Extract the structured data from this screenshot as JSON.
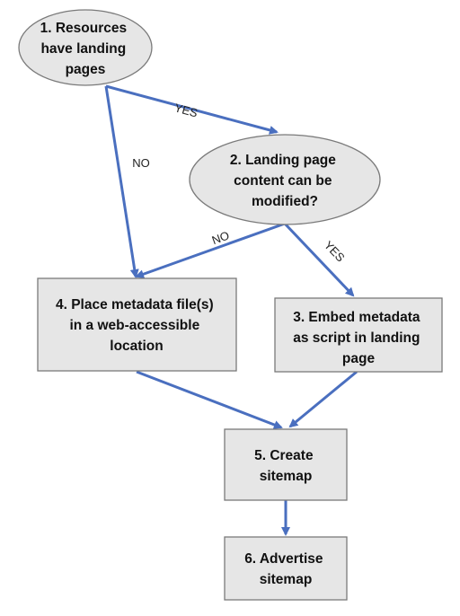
{
  "colors": {
    "node_fill": "#e6e6e6",
    "node_stroke": "#7a7a7a",
    "arrow": "#4a6fbf",
    "text": "#111111"
  },
  "nodes": {
    "n1": {
      "shape": "ellipse",
      "lines": [
        "1. Resources",
        "have landing",
        "pages"
      ]
    },
    "n2": {
      "shape": "ellipse",
      "lines": [
        "2. Landing page",
        "content can be",
        "modified?"
      ]
    },
    "n3": {
      "shape": "rect",
      "lines": [
        "3. Embed metadata",
        "as script in landing",
        "page"
      ]
    },
    "n4": {
      "shape": "rect",
      "lines": [
        "4. Place metadata file(s)",
        "in a web-accessible",
        "location"
      ]
    },
    "n5": {
      "shape": "rect",
      "lines": [
        "5. Create",
        "sitemap"
      ]
    },
    "n6": {
      "shape": "rect",
      "lines": [
        "6. Advertise",
        "sitemap"
      ]
    }
  },
  "edges": [
    {
      "id": "e1",
      "from": "n1",
      "to": "n2",
      "label": "YES"
    },
    {
      "id": "e2",
      "from": "n1",
      "to": "n4",
      "label": "NO"
    },
    {
      "id": "e3",
      "from": "n2",
      "to": "n4",
      "label": "NO"
    },
    {
      "id": "e4",
      "from": "n2",
      "to": "n3",
      "label": "YES"
    },
    {
      "id": "e5",
      "from": "n4",
      "to": "n5",
      "label": ""
    },
    {
      "id": "e6",
      "from": "n3",
      "to": "n5",
      "label": ""
    },
    {
      "id": "e7",
      "from": "n5",
      "to": "n6",
      "label": ""
    }
  ]
}
